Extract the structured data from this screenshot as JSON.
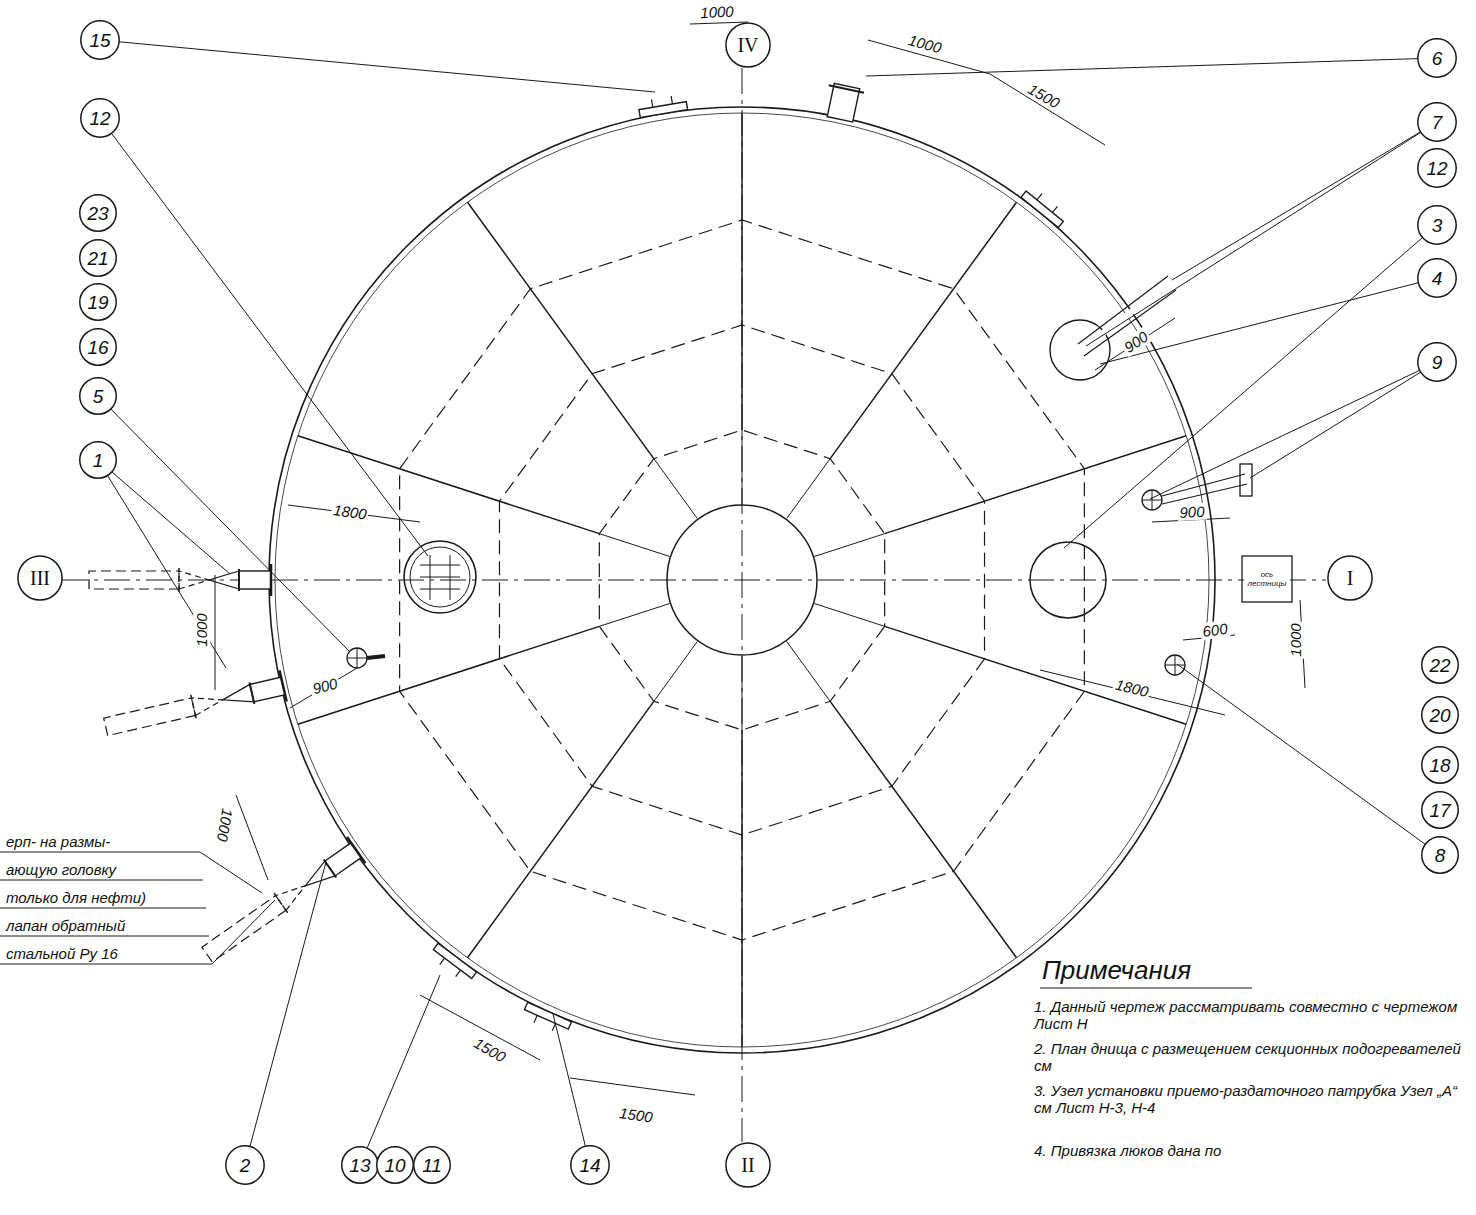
{
  "diagram": {
    "nodes": [
      {
        "text": [
          "15"
        ]
      },
      {
        "text": [
          "12"
        ]
      },
      {
        "text": [
          "23"
        ]
      },
      {
        "text": [
          "21"
        ]
      },
      {
        "text": [
          "19"
        ]
      },
      {
        "text": [
          "16"
        ]
      },
      {
        "text": [
          "5"
        ]
      },
      {
        "text": [
          "1"
        ]
      },
      {
        "text": [
          "III"
        ]
      },
      {
        "text": [
          "IV"
        ]
      },
      {
        "text": [
          "6"
        ]
      },
      {
        "text": [
          "7"
        ]
      },
      {
        "text": [
          "12"
        ]
      },
      {
        "text": [
          "3"
        ]
      },
      {
        "text": [
          "4"
        ]
      },
      {
        "text": [
          "9"
        ]
      },
      {
        "text": [
          "I"
        ]
      },
      {
        "text": [
          "22"
        ]
      },
      {
        "text": [
          "20"
        ]
      },
      {
        "text": [
          "18"
        ]
      },
      {
        "text": [
          "17"
        ]
      },
      {
        "text": [
          "8"
        ]
      },
      {
        "text": [
          "2"
        ]
      },
      {
        "text": [
          "13"
        ]
      },
      {
        "text": [
          "10"
        ]
      },
      {
        "text": [
          "11"
        ]
      },
      {
        "text": [
          "14"
        ]
      },
      {
        "text": [
          "II"
        ]
      }
    ],
    "labels": [
      "1000",
      "1000",
      "1500",
      "900",
      "900",
      "ось лестницы",
      "600",
      "1000",
      "1800",
      "1800",
      "1000",
      "900",
      "1000",
      "1500",
      "1500",
      "Примечания",
      "1. Данный чертеж рассматривать совместно с чертежом Лист Н",
      "2. План днища с размещением секционных подогревателей см",
      "3. Узел установки приемо-раздаточного патрубка Узел „А“ см Лист Н-3, Н-4",
      "4. Привязка люков дана по",
      "ерп- на размы-",
      "ающую головку",
      "только для нефти)",
      "лапан обратный",
      "стальной Ру 16"
    ]
  }
}
